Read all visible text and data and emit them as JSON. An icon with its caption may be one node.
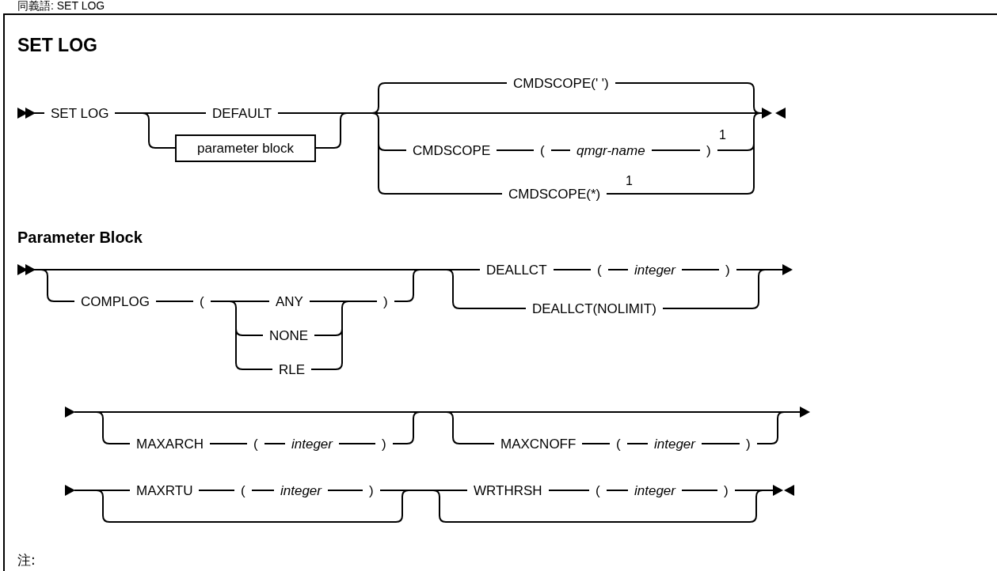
{
  "diagram": {
    "title": "SET LOG",
    "nodes": [
      {
        "text": [
          "parameter block"
        ]
      }
    ],
    "labels": [
      "同義語: SET LOG",
      "SET LOG",
      "DEFAULT",
      "CMDSCOPE(' ')",
      "CMDSCOPE",
      "(",
      "qmgr-name",
      ")",
      "1",
      "CMDSCOPE(*)",
      "1",
      "Parameter Block",
      "DEALLCT",
      "(",
      "integer",
      ")",
      "COMPLOG",
      "(",
      "ANY",
      ")",
      "NONE",
      "RLE",
      "DEALLCT(NOLIMIT)",
      "MAXARCH",
      "(",
      "integer",
      ")",
      "MAXCNOFF",
      "(",
      "integer",
      ")",
      "MAXRTU",
      "(",
      "integer",
      ")",
      "WRTHRSH",
      "(",
      "integer",
      ")",
      "注:"
    ]
  }
}
